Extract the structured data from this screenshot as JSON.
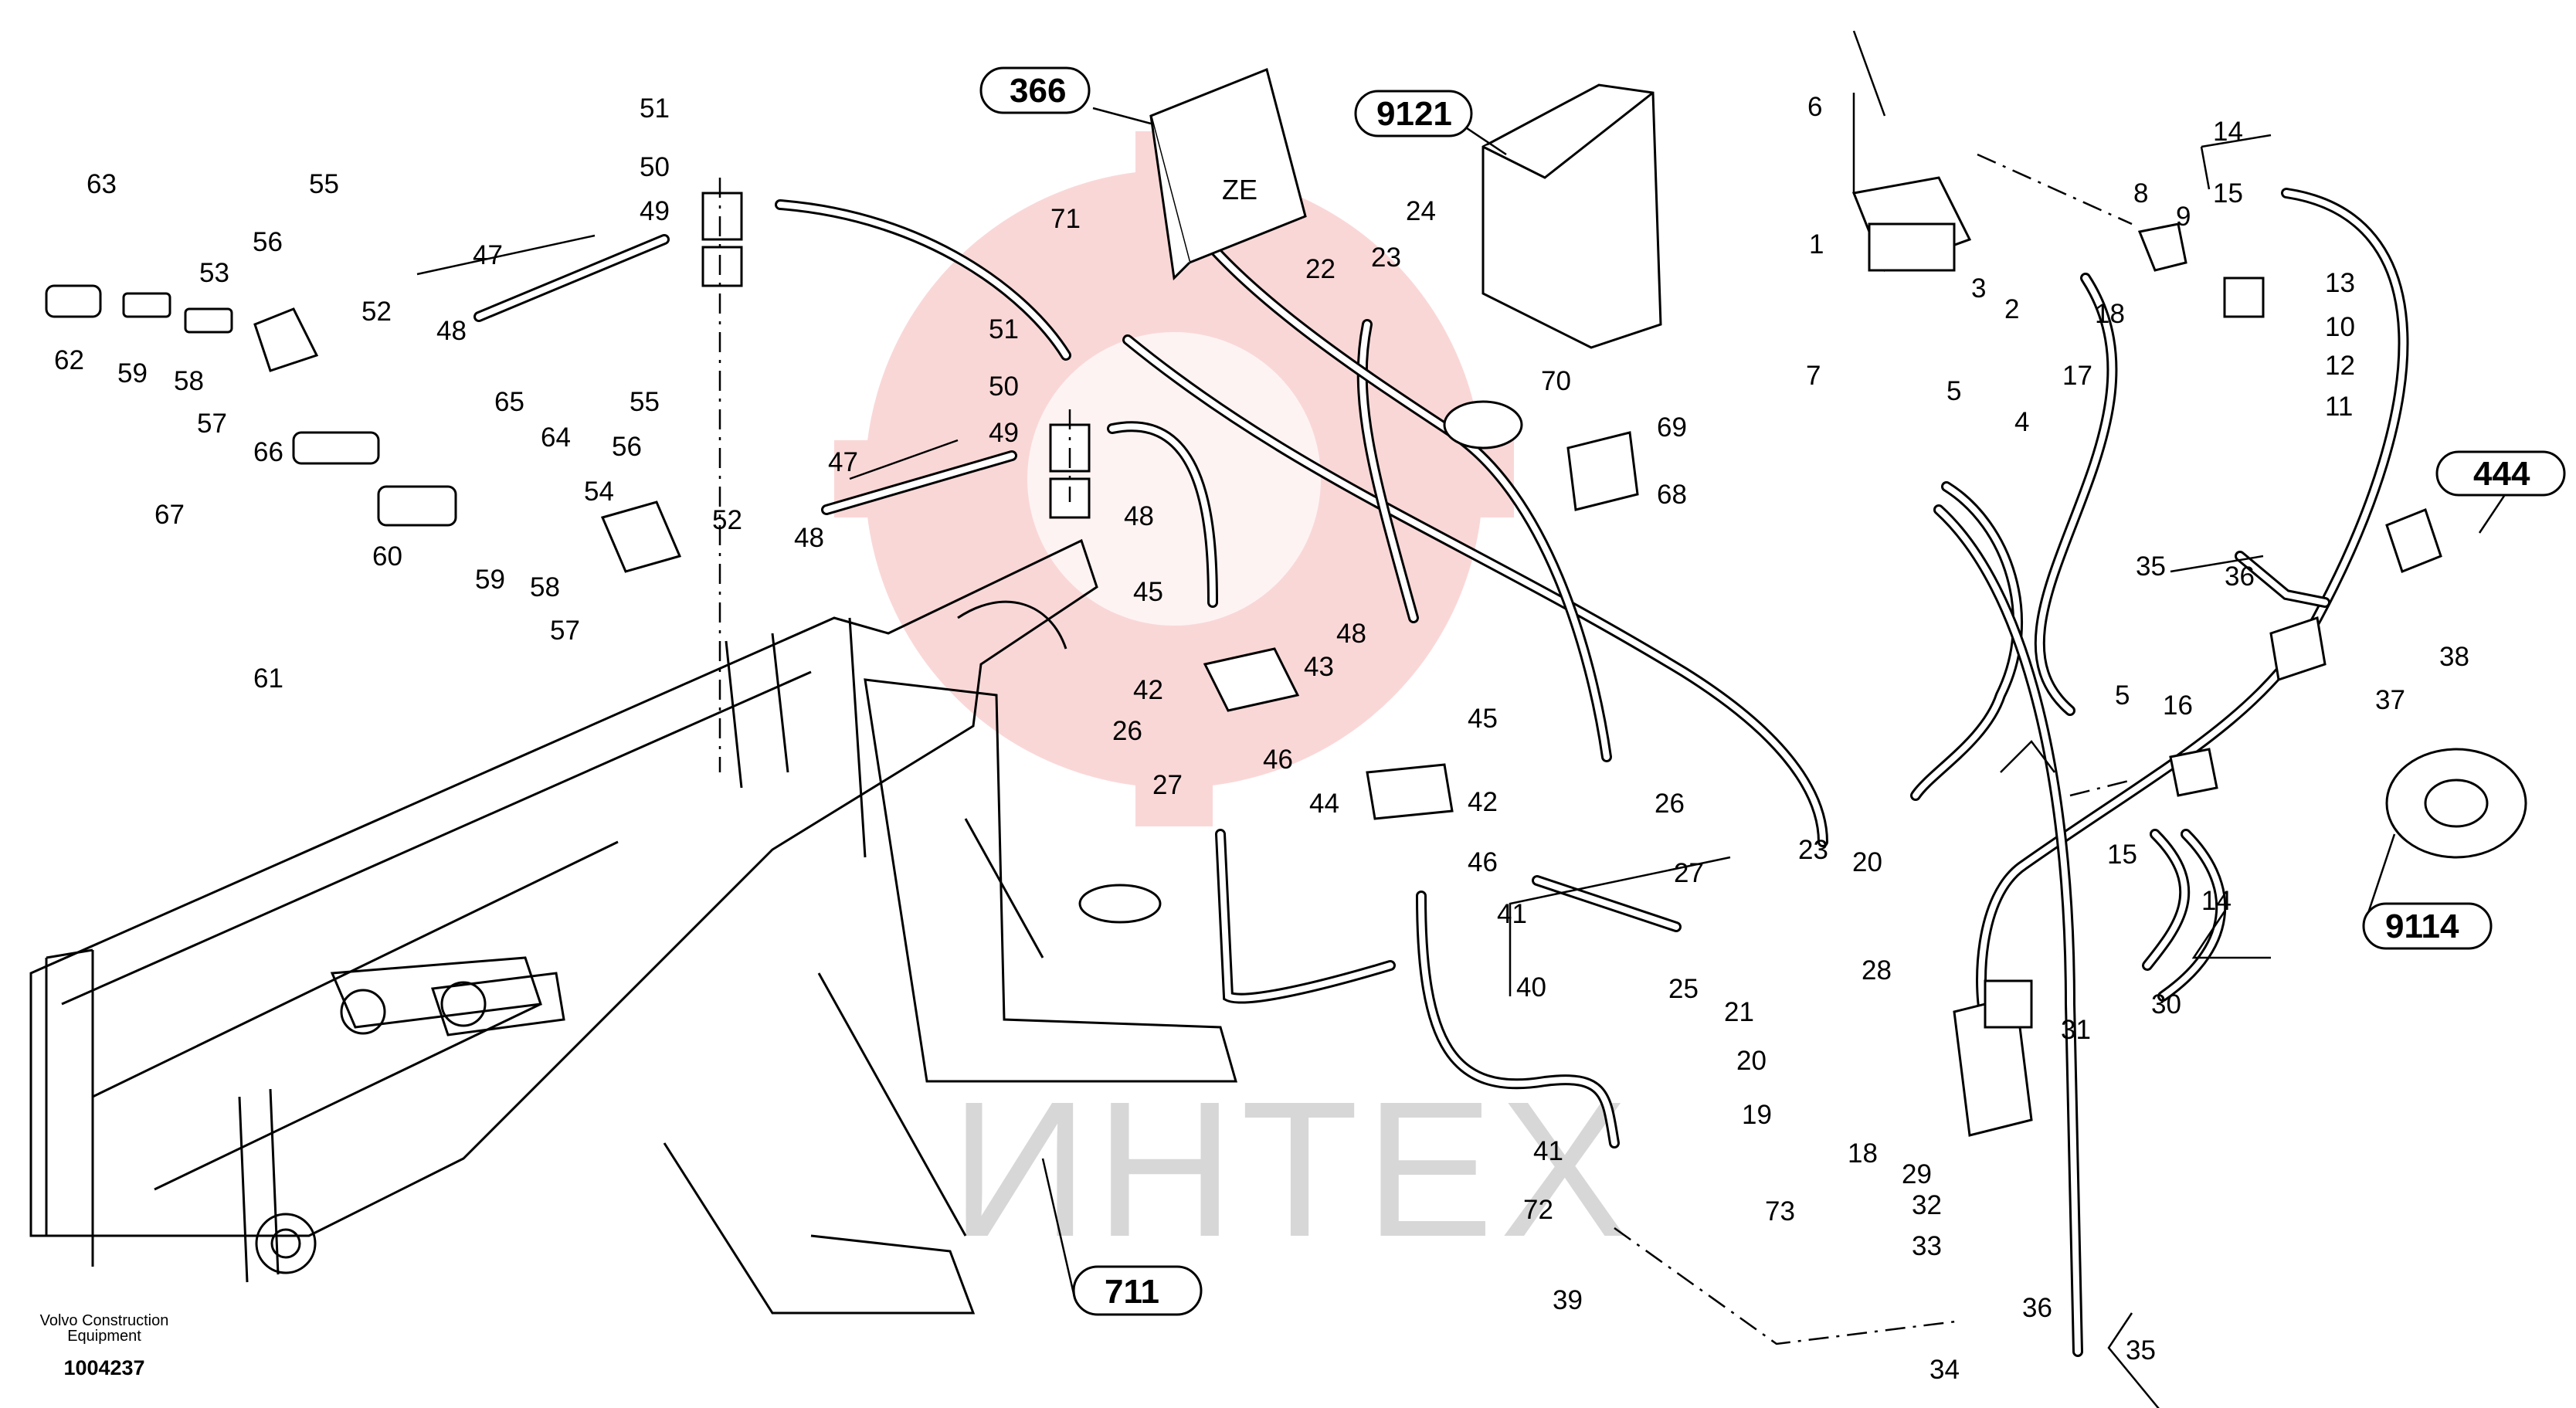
{
  "watermark": {
    "text": "ИНТЕХ",
    "color": "#f2a0a0"
  },
  "callouts": [
    {
      "id": "366"
    },
    {
      "id": "9121"
    },
    {
      "id": "444"
    },
    {
      "id": "9114"
    },
    {
      "id": "711"
    }
  ],
  "ecu_label": "ZE",
  "part_numbers": {
    "n63": "63",
    "n55a": "55",
    "n56a": "56",
    "n53": "53",
    "n52a": "52",
    "n47a": "47",
    "n48a": "48",
    "n62": "62",
    "n59a": "59",
    "n58a": "58",
    "n57a": "57",
    "n65": "65",
    "n64": "64",
    "n66": "66",
    "n67": "67",
    "n60": "60",
    "n55b": "55",
    "n56b": "56",
    "n54": "54",
    "n59b": "59",
    "n58b": "58",
    "n57b": "57",
    "n61": "61",
    "n51a": "51",
    "n50a": "50",
    "n49a": "49",
    "n51b": "51",
    "n50b": "50",
    "n49b": "49",
    "n47b": "47",
    "n52b": "52",
    "n48b": "48",
    "n71": "71",
    "n24": "24",
    "n23a": "23",
    "n22": "22",
    "n70": "70",
    "n69": "69",
    "n68": "68",
    "n48c": "48",
    "n45a": "45",
    "n42a": "42",
    "n46a": "46",
    "n27a": "27",
    "n26a": "26",
    "n48d": "48",
    "n43": "43",
    "n45b": "45",
    "n42b": "42",
    "n44": "44",
    "n46b": "46",
    "n41a": "41",
    "n40": "40",
    "n26b": "26",
    "n27b": "27",
    "n25": "25",
    "n23b": "23",
    "n20a": "20",
    "n21": "21",
    "n20b": "20",
    "n19": "19",
    "n18a": "18",
    "n28": "28",
    "n41b": "41",
    "n72": "72",
    "n39": "39",
    "n6": "6",
    "n1": "1",
    "n7": "7",
    "n3": "3",
    "n2": "2",
    "n5a": "5",
    "n4": "4",
    "n8": "8",
    "n9": "9",
    "n18b": "18",
    "n17": "17",
    "n14a": "14",
    "n15a": "15",
    "n13": "13",
    "n10": "10",
    "n12": "12",
    "n11": "11",
    "n35a": "35",
    "n36a": "36",
    "n38": "38",
    "n37": "37",
    "n5b": "5",
    "n16": "16",
    "n15b": "15",
    "n14b": "14",
    "n31": "31",
    "n30": "30",
    "n29": "29",
    "n73": "73",
    "n32": "32",
    "n33": "33",
    "n36b": "36",
    "n34": "34",
    "n35b": "35"
  },
  "caption": {
    "line1": "Volvo Construction",
    "line2": "Equipment",
    "number": "1004237"
  }
}
